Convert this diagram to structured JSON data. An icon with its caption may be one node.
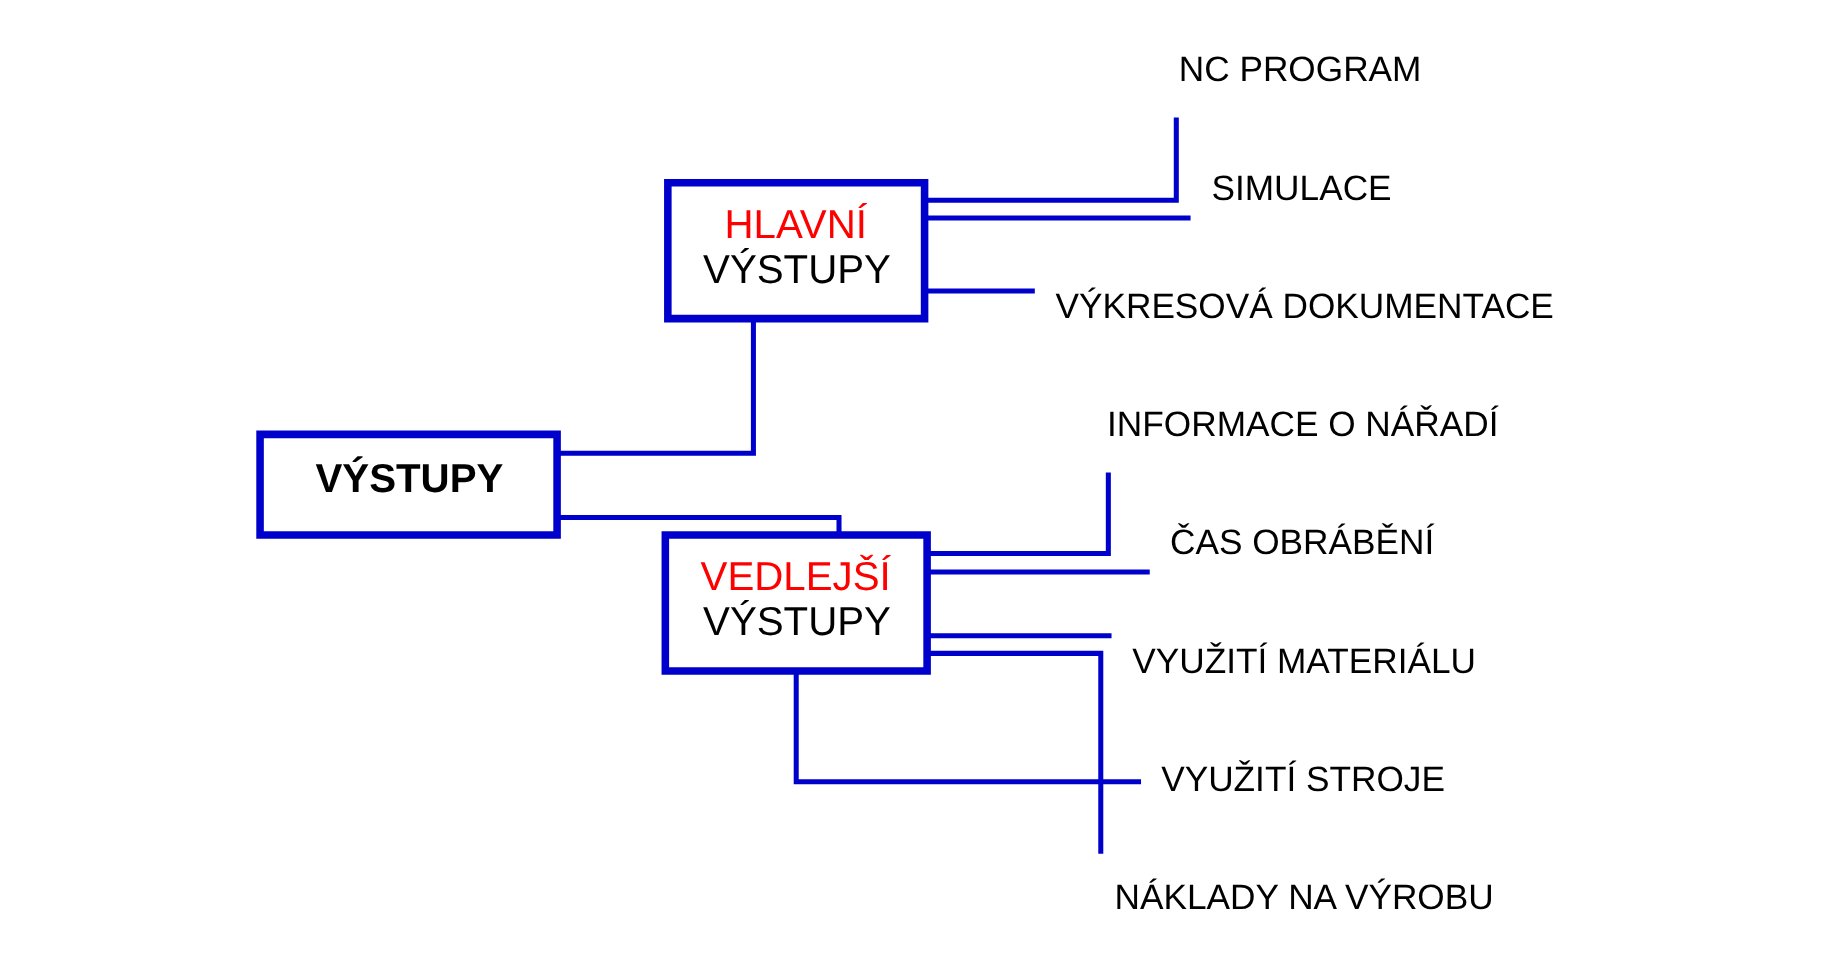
{
  "diagram": {
    "nodes": [
      {
        "text": [
          "VÝSTUPY"
        ]
      },
      {
        "text": [
          "HLAVNÍ",
          "VÝSTUPY"
        ]
      },
      {
        "text": [
          "VEDLEJŠÍ",
          "VÝSTUPY"
        ]
      },
      {
        "text": [
          "NC PROGRAM"
        ]
      },
      {
        "text": [
          "SIMULACE"
        ]
      },
      {
        "text": [
          "VÝKRESOVÁ DOKUMENTACE"
        ]
      },
      {
        "text": [
          "INFORMACE O NÁŘADÍ"
        ]
      },
      {
        "text": [
          "ČAS OBRÁBĚNÍ"
        ]
      },
      {
        "text": [
          "VYUŽITÍ MATERIÁLU"
        ]
      },
      {
        "text": [
          "VYUŽITÍ STROJE"
        ]
      },
      {
        "text": [
          "NÁKLADY NA VÝROBU"
        ]
      }
    ],
    "edges": [
      {
        "from": 0,
        "to": 1,
        "arrow": "none"
      },
      {
        "from": 0,
        "to": 2,
        "arrow": "none"
      },
      {
        "from": 1,
        "to": 3,
        "arrow": "none"
      },
      {
        "from": 1,
        "to": 4,
        "arrow": "none"
      },
      {
        "from": 1,
        "to": 5,
        "arrow": "none"
      },
      {
        "from": 2,
        "to": 6,
        "arrow": "none"
      },
      {
        "from": 2,
        "to": 7,
        "arrow": "none"
      },
      {
        "from": 2,
        "to": 8,
        "arrow": "none"
      },
      {
        "from": 2,
        "to": 9,
        "arrow": "none"
      },
      {
        "from": 2,
        "to": 10,
        "arrow": "none"
      }
    ]
  }
}
